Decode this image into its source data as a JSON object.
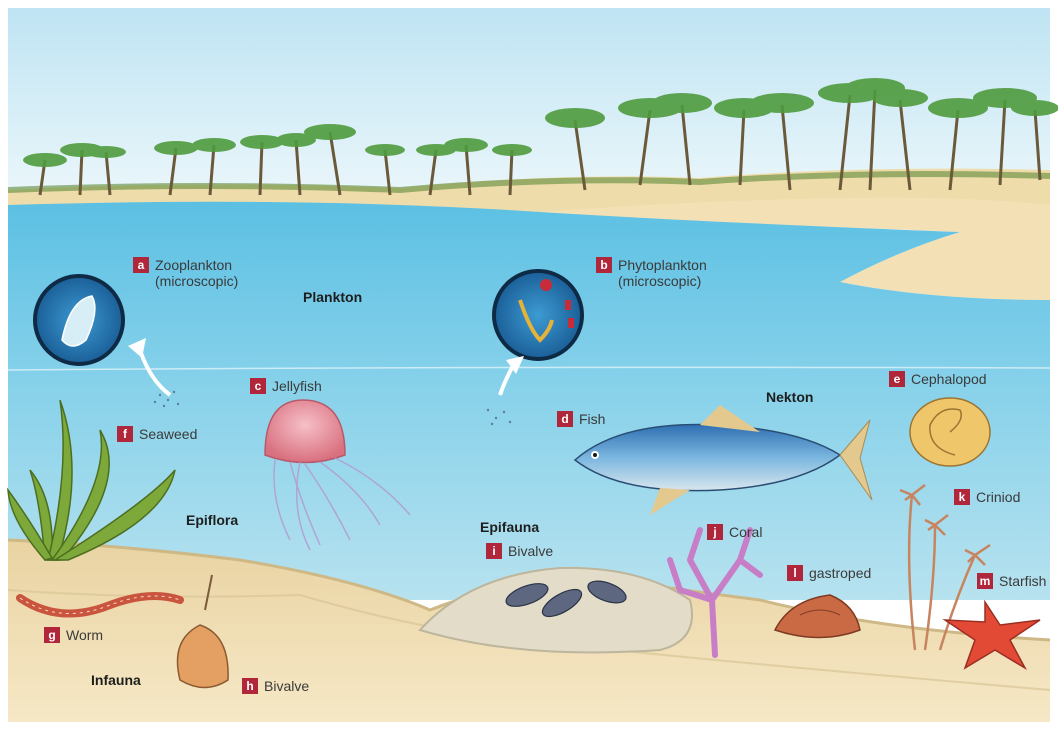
{
  "zones": {
    "plankton": "Plankton",
    "nekton": "Nekton",
    "epiflora": "Epiflora",
    "epifauna": "Epifauna",
    "infauna": "Infauna"
  },
  "labels": [
    {
      "key": "a",
      "text": "Zooplankton\n(microscopic)"
    },
    {
      "key": "b",
      "text": "Phytoplankton\n(microscopic)"
    },
    {
      "key": "c",
      "text": "Jellyfish"
    },
    {
      "key": "d",
      "text": "Fish"
    },
    {
      "key": "e",
      "text": "Cephalopod"
    },
    {
      "key": "f",
      "text": "Seaweed"
    },
    {
      "key": "g",
      "text": "Worm"
    },
    {
      "key": "h",
      "text": "Bivalve"
    },
    {
      "key": "i",
      "text": "Bivalve"
    },
    {
      "key": "j",
      "text": "Coral"
    },
    {
      "key": "k",
      "text": "Criniod"
    },
    {
      "key": "l",
      "text": "gastroped"
    },
    {
      "key": "m",
      "text": "Starfish"
    }
  ],
  "colors": {
    "badge": "#b0263a",
    "water": "#7ccbe6",
    "sand": "#efdcb0",
    "sky": "#dff1f8"
  }
}
